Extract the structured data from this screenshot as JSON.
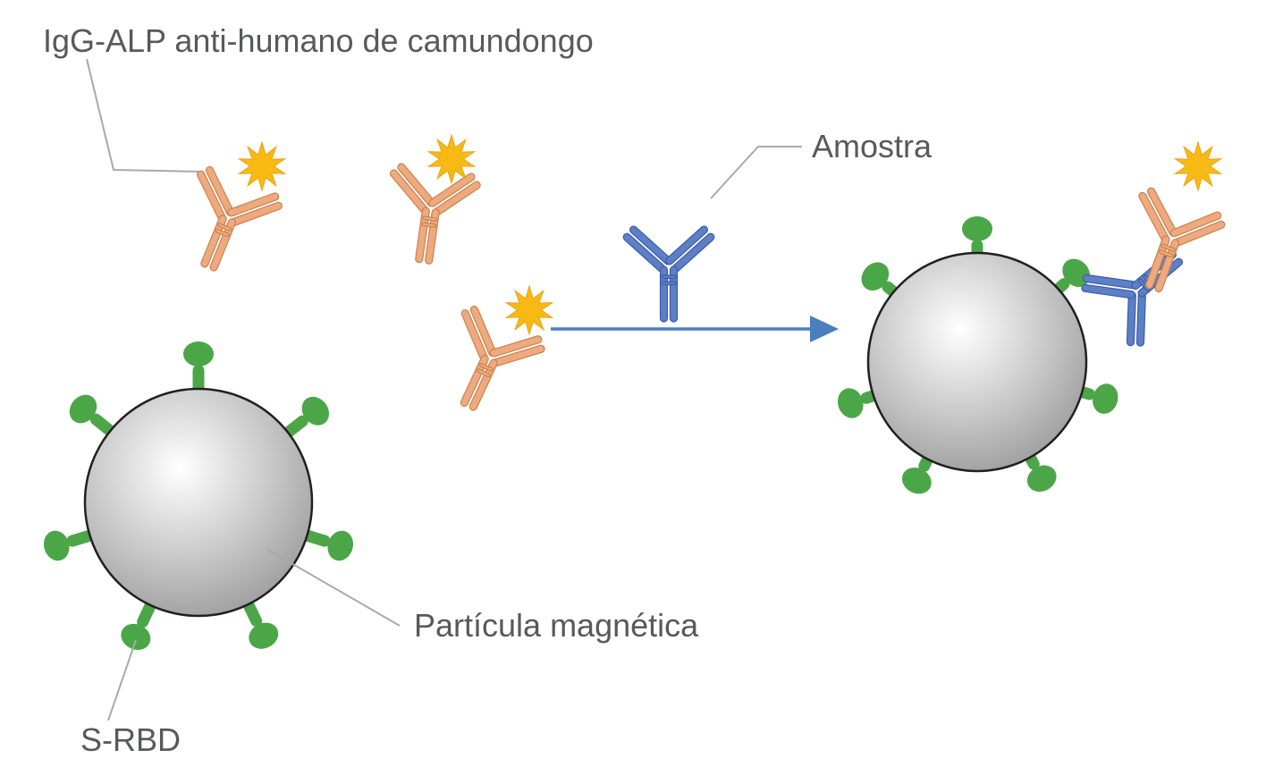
{
  "diagram": {
    "labels": {
      "conjugate": "IgG-ALP anti-humano de camundongo",
      "sample": "Amostra",
      "particle": "Partícula magnética",
      "srbd": "S-RBD"
    },
    "colors": {
      "background": "#FFFFFF",
      "label_text": "#58595B",
      "leader_line": "#A7A9AC",
      "antibody_conjugate": "#EFA97E",
      "antibody_conjugate_stroke": "#C9824E",
      "antibody_sample": "#5C7FC6",
      "antibody_sample_stroke": "#3D5DA9",
      "enzyme_star": "#F9B915",
      "enzyme_star_stroke": "#E8A512",
      "spike_green": "#4BA648",
      "particle_fill_light": "#FFFFFF",
      "particle_fill_mid": "#C8C8C8",
      "particle_fill_dark": "#8E8E8E",
      "particle_stroke": "#231F20",
      "arrow_blue": "#4A7EBF"
    }
  }
}
